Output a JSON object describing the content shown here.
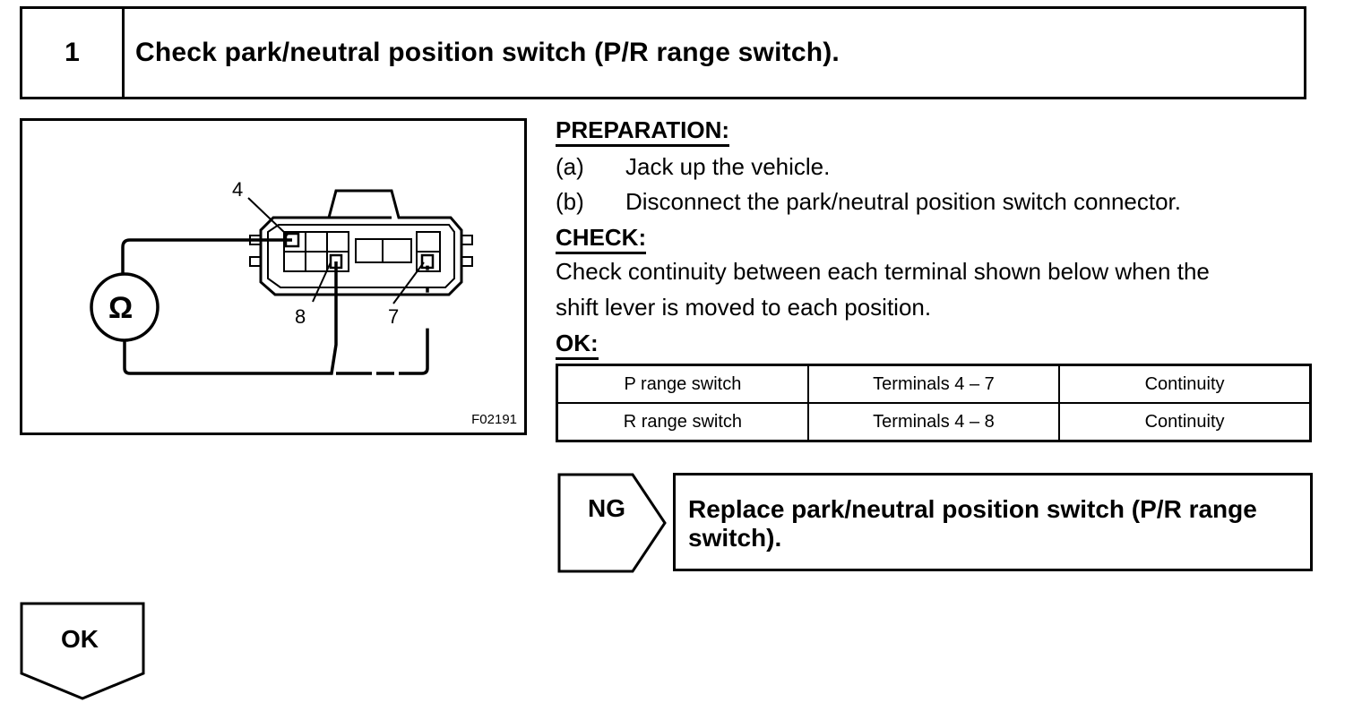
{
  "step": {
    "number": "1",
    "title": "Check park/neutral position switch (P/R range switch)."
  },
  "figure": {
    "code": "F02191",
    "ohm_symbol": "Ω",
    "terminal_labels": [
      "4",
      "8",
      "7"
    ]
  },
  "preparation": {
    "heading": "PREPARATION:",
    "items": [
      {
        "letter": "(a)",
        "text": "Jack up the vehicle."
      },
      {
        "letter": "(b)",
        "text": "Disconnect the park/neutral position switch connector."
      }
    ]
  },
  "check": {
    "heading": "CHECK:",
    "lines": [
      "Check continuity between each terminal shown below when the",
      "shift lever is moved to each position."
    ]
  },
  "ok": {
    "heading": "OK:",
    "table": [
      [
        "P range switch",
        "Terminals 4 – 7",
        "Continuity"
      ],
      [
        "R range switch",
        "Terminals 4 – 8",
        "Continuity"
      ]
    ]
  },
  "ng": {
    "label": "NG",
    "action": "Replace park/neutral position switch (P/R range switch)."
  },
  "ok_flow": {
    "label": "OK"
  }
}
